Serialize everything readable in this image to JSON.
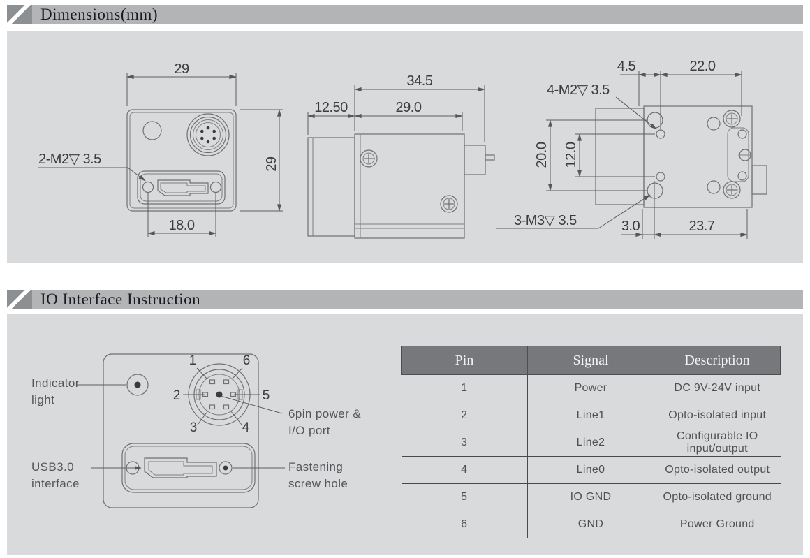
{
  "dim_section": {
    "title": "Dimensions(mm)",
    "front": {
      "width": "29",
      "height": "29",
      "usb_span": "18.0",
      "screw_label": "2-M2▽ 3.5"
    },
    "side": {
      "total": "34.5",
      "lens": "12.50",
      "body": "29.0"
    },
    "top": {
      "offset_top": "4.5",
      "span_top": "22.0",
      "screw_top": "4-M2▽ 3.5",
      "outer_left": "20.0",
      "inner_left": "12.0",
      "screw_bottom": "3-M3▽ 3.5",
      "offset_bottom": "3.0",
      "span_bottom": "23.7"
    }
  },
  "io_section": {
    "title": "IO Interface Instruction",
    "labels": {
      "indicator1": "Indicator",
      "indicator2": "light",
      "usb1": "USB3.0",
      "usb2": "interface",
      "port1": "6pin power &",
      "port2": "I/O port",
      "screw1": "Fastening",
      "screw2": "screw hole"
    },
    "pins": [
      "1",
      "2",
      "3",
      "4",
      "5",
      "6"
    ],
    "table": {
      "headers": [
        "Pin",
        "Signal",
        "Description"
      ],
      "rows": [
        [
          "1",
          "Power",
          "DC 9V-24V input"
        ],
        [
          "2",
          "Line1",
          "Opto-isolated input"
        ],
        [
          "3",
          "Line2",
          "Configurable IO input/output"
        ],
        [
          "4",
          "Line0",
          "Opto-isolated output"
        ],
        [
          "5",
          "IO GND",
          "Opto-isolated ground"
        ],
        [
          "6",
          "GND",
          "Power Ground"
        ]
      ]
    }
  },
  "colors": {
    "section_bar": "#b2b4b6",
    "section_tab": "#8d9093",
    "panel_bg": "#d9dadb",
    "table_header_bg": "#76787b",
    "table_header_text": "#f2f3f3",
    "drawing_line": "#6e7072",
    "dim_text": "#3b3c3e",
    "body_text": "#4e5054"
  }
}
